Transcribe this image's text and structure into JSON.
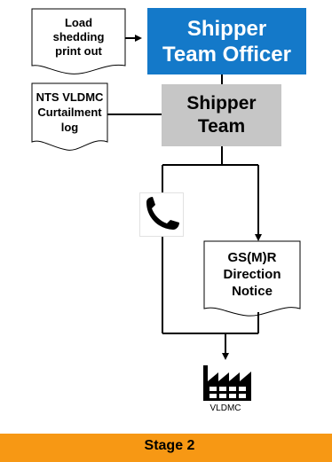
{
  "load_shedding": "Load\nshedding\nprint out",
  "officer": "Shipper\nTeam Officer",
  "curtailment_log": "NTS VLDMC\nCurtailment\nlog",
  "shipper_team": "Shipper\nTeam",
  "direction_notice": "GS(M)R\nDirection\nNotice",
  "factory_label": "VLDMC",
  "stage_label": "Stage 2",
  "icons": {
    "phone": "phone-icon",
    "factory": "factory-icon"
  },
  "colors": {
    "officer": "#1479c9",
    "team": "#c6c6c6",
    "stage": "#f79814"
  }
}
